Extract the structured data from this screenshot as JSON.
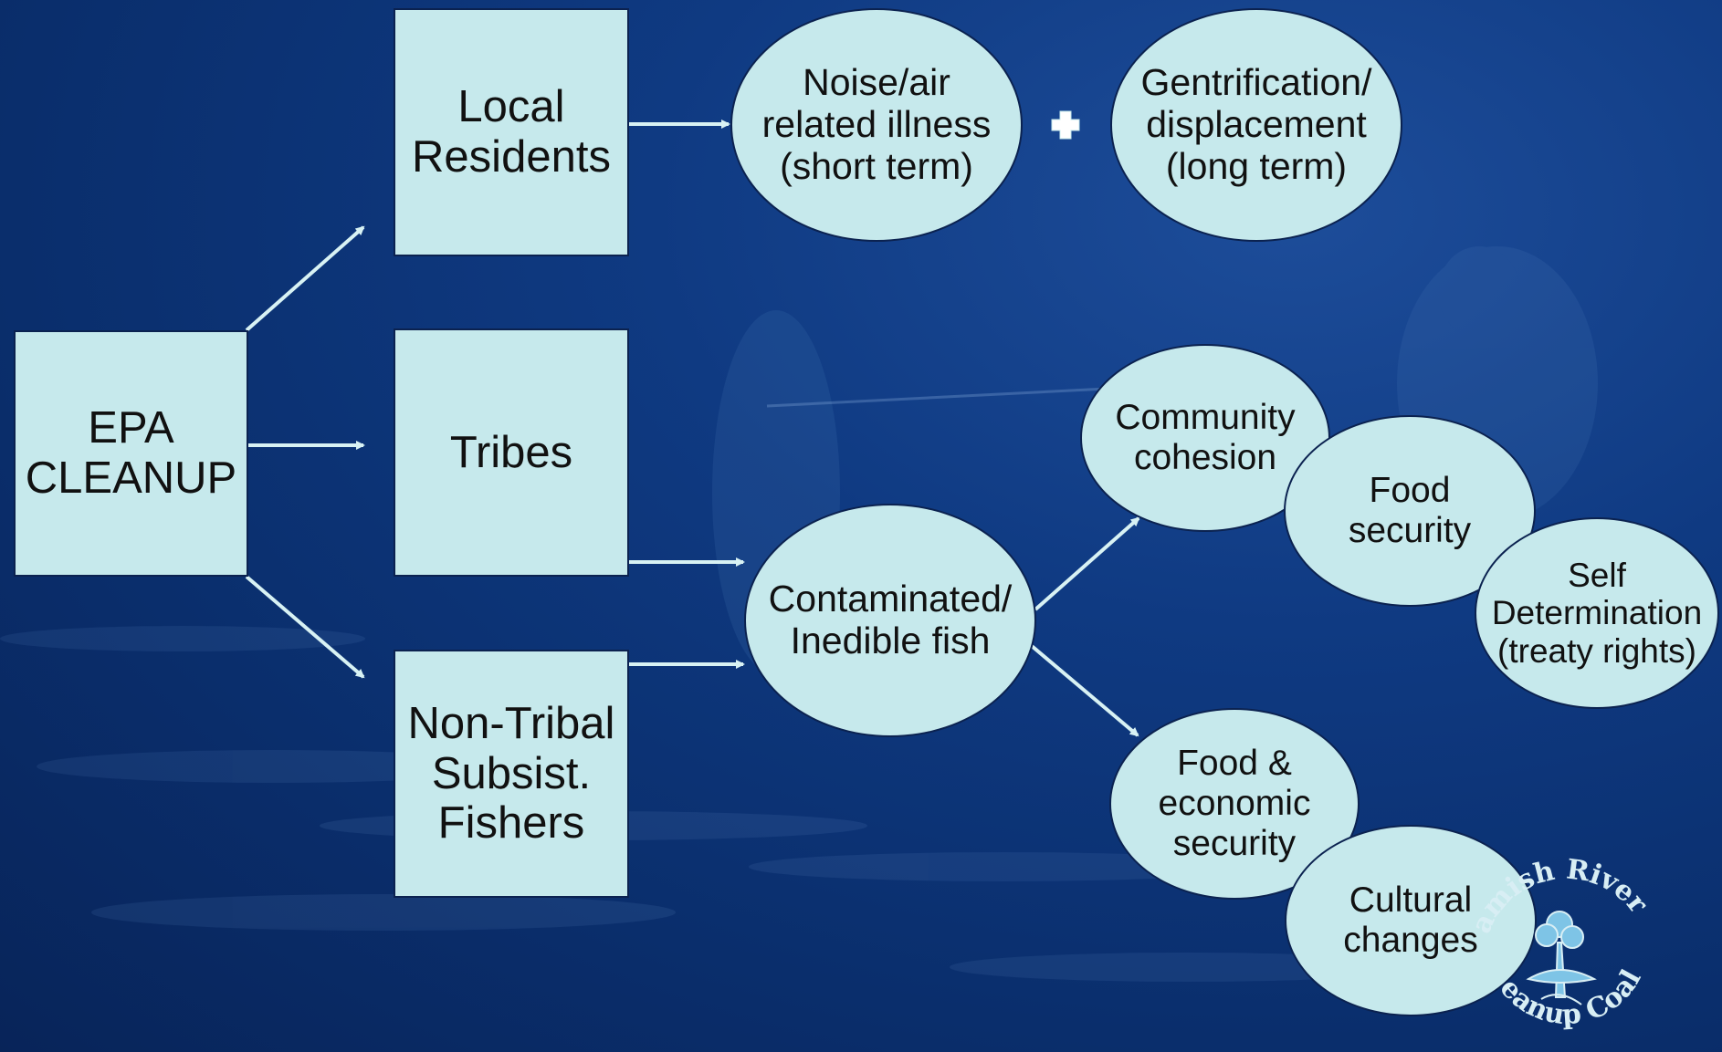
{
  "nodes": {
    "epa_cleanup": "EPA\nCLEANUP",
    "local_residents": "Local\nResidents",
    "tribes": "Tribes",
    "non_tribal_fishers": "Non-Tribal\nSubsist.\nFishers",
    "noise_air_illness": "Noise/air\nrelated illness\n(short term)",
    "gentrification": "Gentrification/\ndisplacement\n(long term)",
    "contaminated_fish": "Contaminated/\nInedible fish",
    "community_cohesion": "Community\ncohesion",
    "food_security": "Food\nsecurity",
    "self_determination": "Self\nDetermination\n(treaty rights)",
    "food_economic_security": "Food &\neconomic\nsecurity",
    "cultural_changes": "Cultural\nchanges"
  },
  "logo": {
    "text_top": "amish River",
    "text_bottom": "eanup Coalition"
  },
  "colors": {
    "node_fill": "#c6e9ec",
    "arrow": "#d8f2f4",
    "background": "#0f3a82"
  }
}
